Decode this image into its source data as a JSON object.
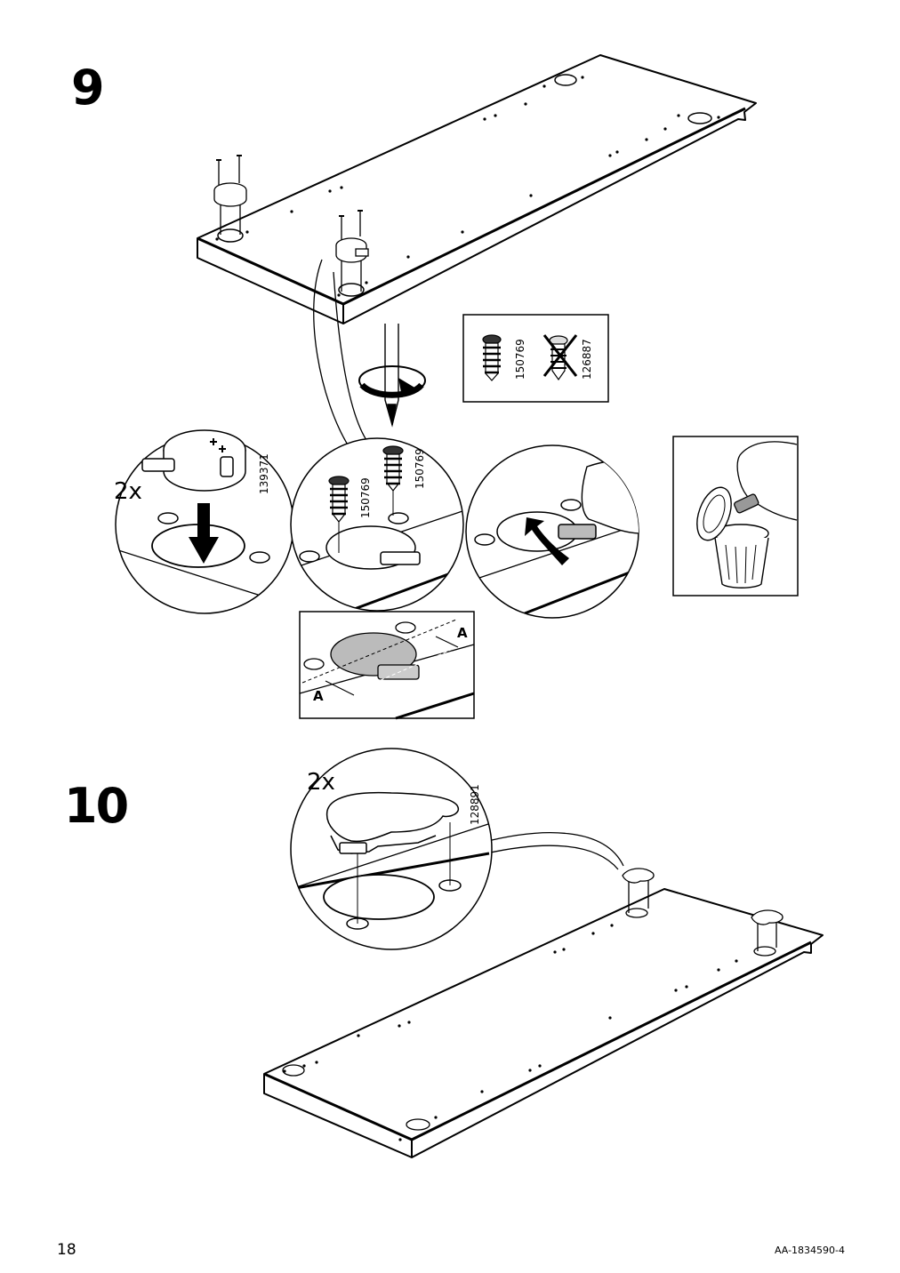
{
  "page": {
    "page_number": "18",
    "document_id": "AA-1834590-4"
  },
  "steps": [
    {
      "number": "9",
      "quantity_labels": [
        "2x"
      ],
      "part_numbers": [
        "139371",
        "150769",
        "150769",
        "150769",
        "126887"
      ],
      "dimension_labels": [
        "A",
        "A"
      ]
    },
    {
      "number": "10",
      "quantity_labels": [
        "2x"
      ],
      "part_numbers": [
        "128891"
      ]
    }
  ],
  "icons": [
    "screwdriver-icon",
    "rotation-arrow-icon",
    "trash-bin-icon",
    "hand-icon",
    "cross-out-icon"
  ]
}
